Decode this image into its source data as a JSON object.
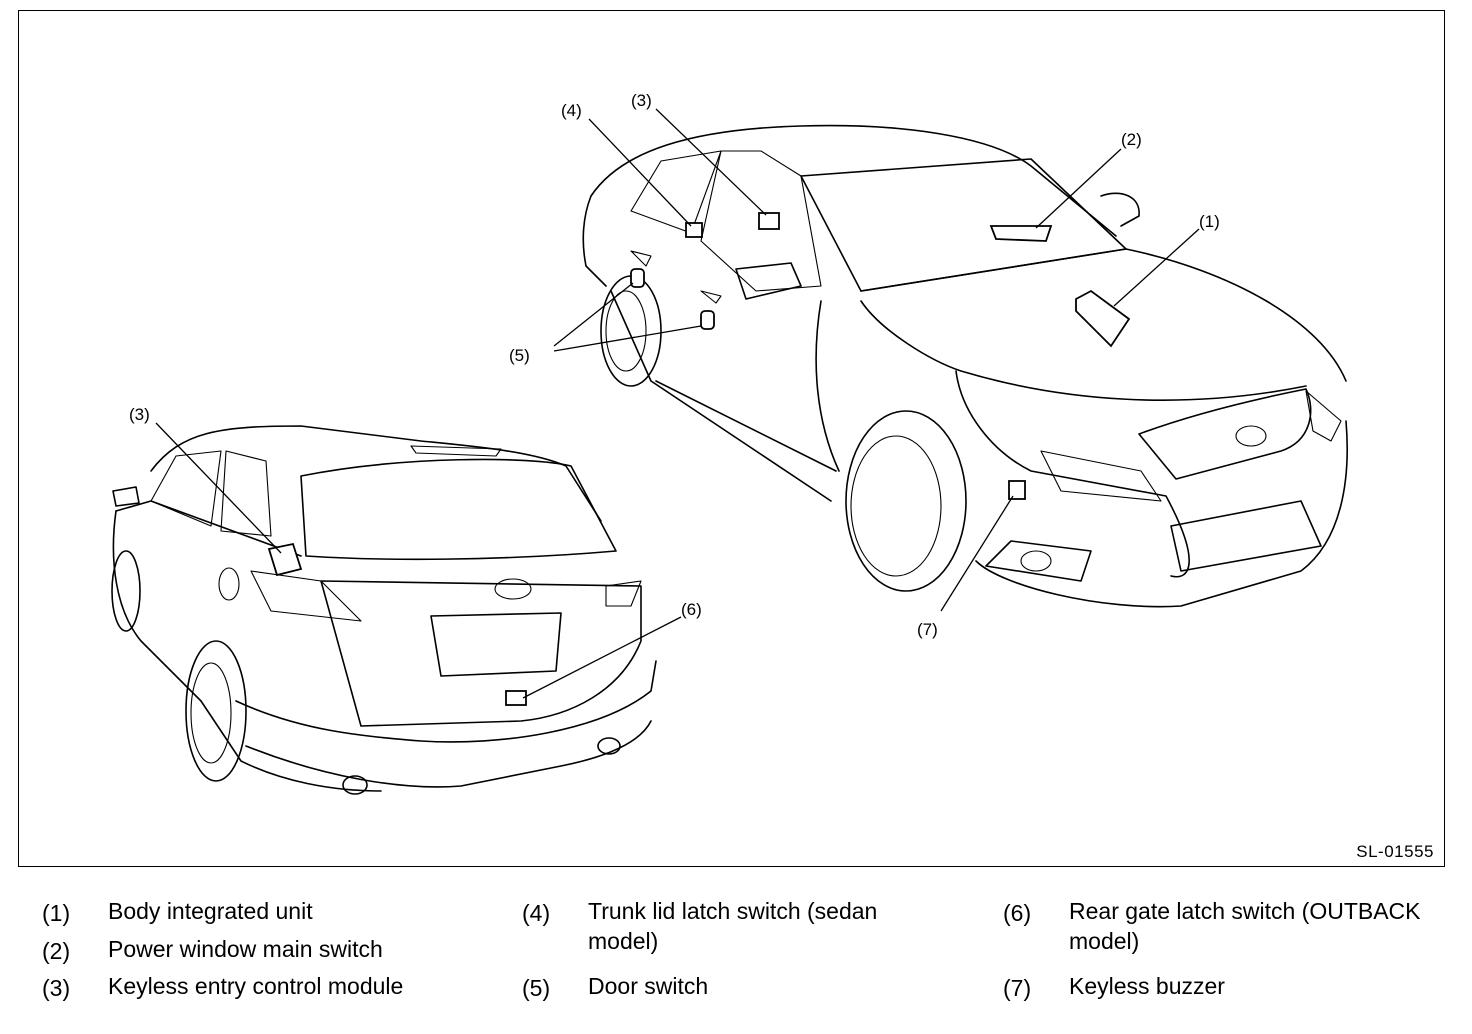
{
  "figure_ref": "SL-01555",
  "callouts": {
    "c1": "(1)",
    "c2": "(2)",
    "c3a": "(3)",
    "c3b": "(3)",
    "c4": "(4)",
    "c5": "(5)",
    "c6": "(6)",
    "c7": "(7)"
  },
  "legend": [
    {
      "num": "(1)",
      "text": "Body integrated unit"
    },
    {
      "num": "(2)",
      "text": "Power window main switch"
    },
    {
      "num": "(3)",
      "text": "Keyless entry control module"
    },
    {
      "num": "(4)",
      "text": "Trunk lid latch switch (sedan model)"
    },
    {
      "num": "(5)",
      "text": "Door switch"
    },
    {
      "num": "(6)",
      "text": "Rear gate latch switch (OUTBACK model)"
    },
    {
      "num": "(7)",
      "text": "Keyless buzzer"
    }
  ]
}
